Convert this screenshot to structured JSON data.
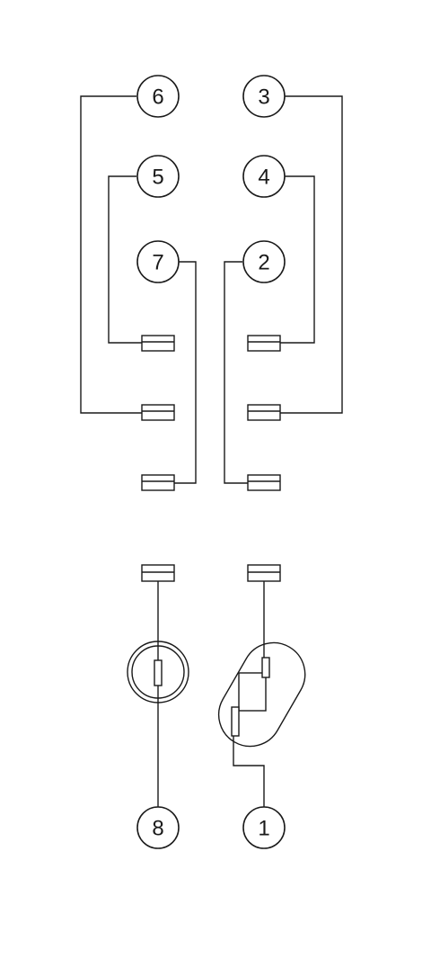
{
  "pins": [
    {
      "id": "6",
      "label": "6"
    },
    {
      "id": "3",
      "label": "3"
    },
    {
      "id": "5",
      "label": "5"
    },
    {
      "id": "4",
      "label": "4"
    },
    {
      "id": "7",
      "label": "7"
    },
    {
      "id": "2",
      "label": "2"
    },
    {
      "id": "8",
      "label": "8"
    },
    {
      "id": "1",
      "label": "1"
    }
  ],
  "components": {
    "contacts": 8,
    "indicator_lamp": "lamp-icon",
    "diode": "diode-icon"
  },
  "colors": {
    "line": "#1a1a1a",
    "background": "#ffffff"
  }
}
